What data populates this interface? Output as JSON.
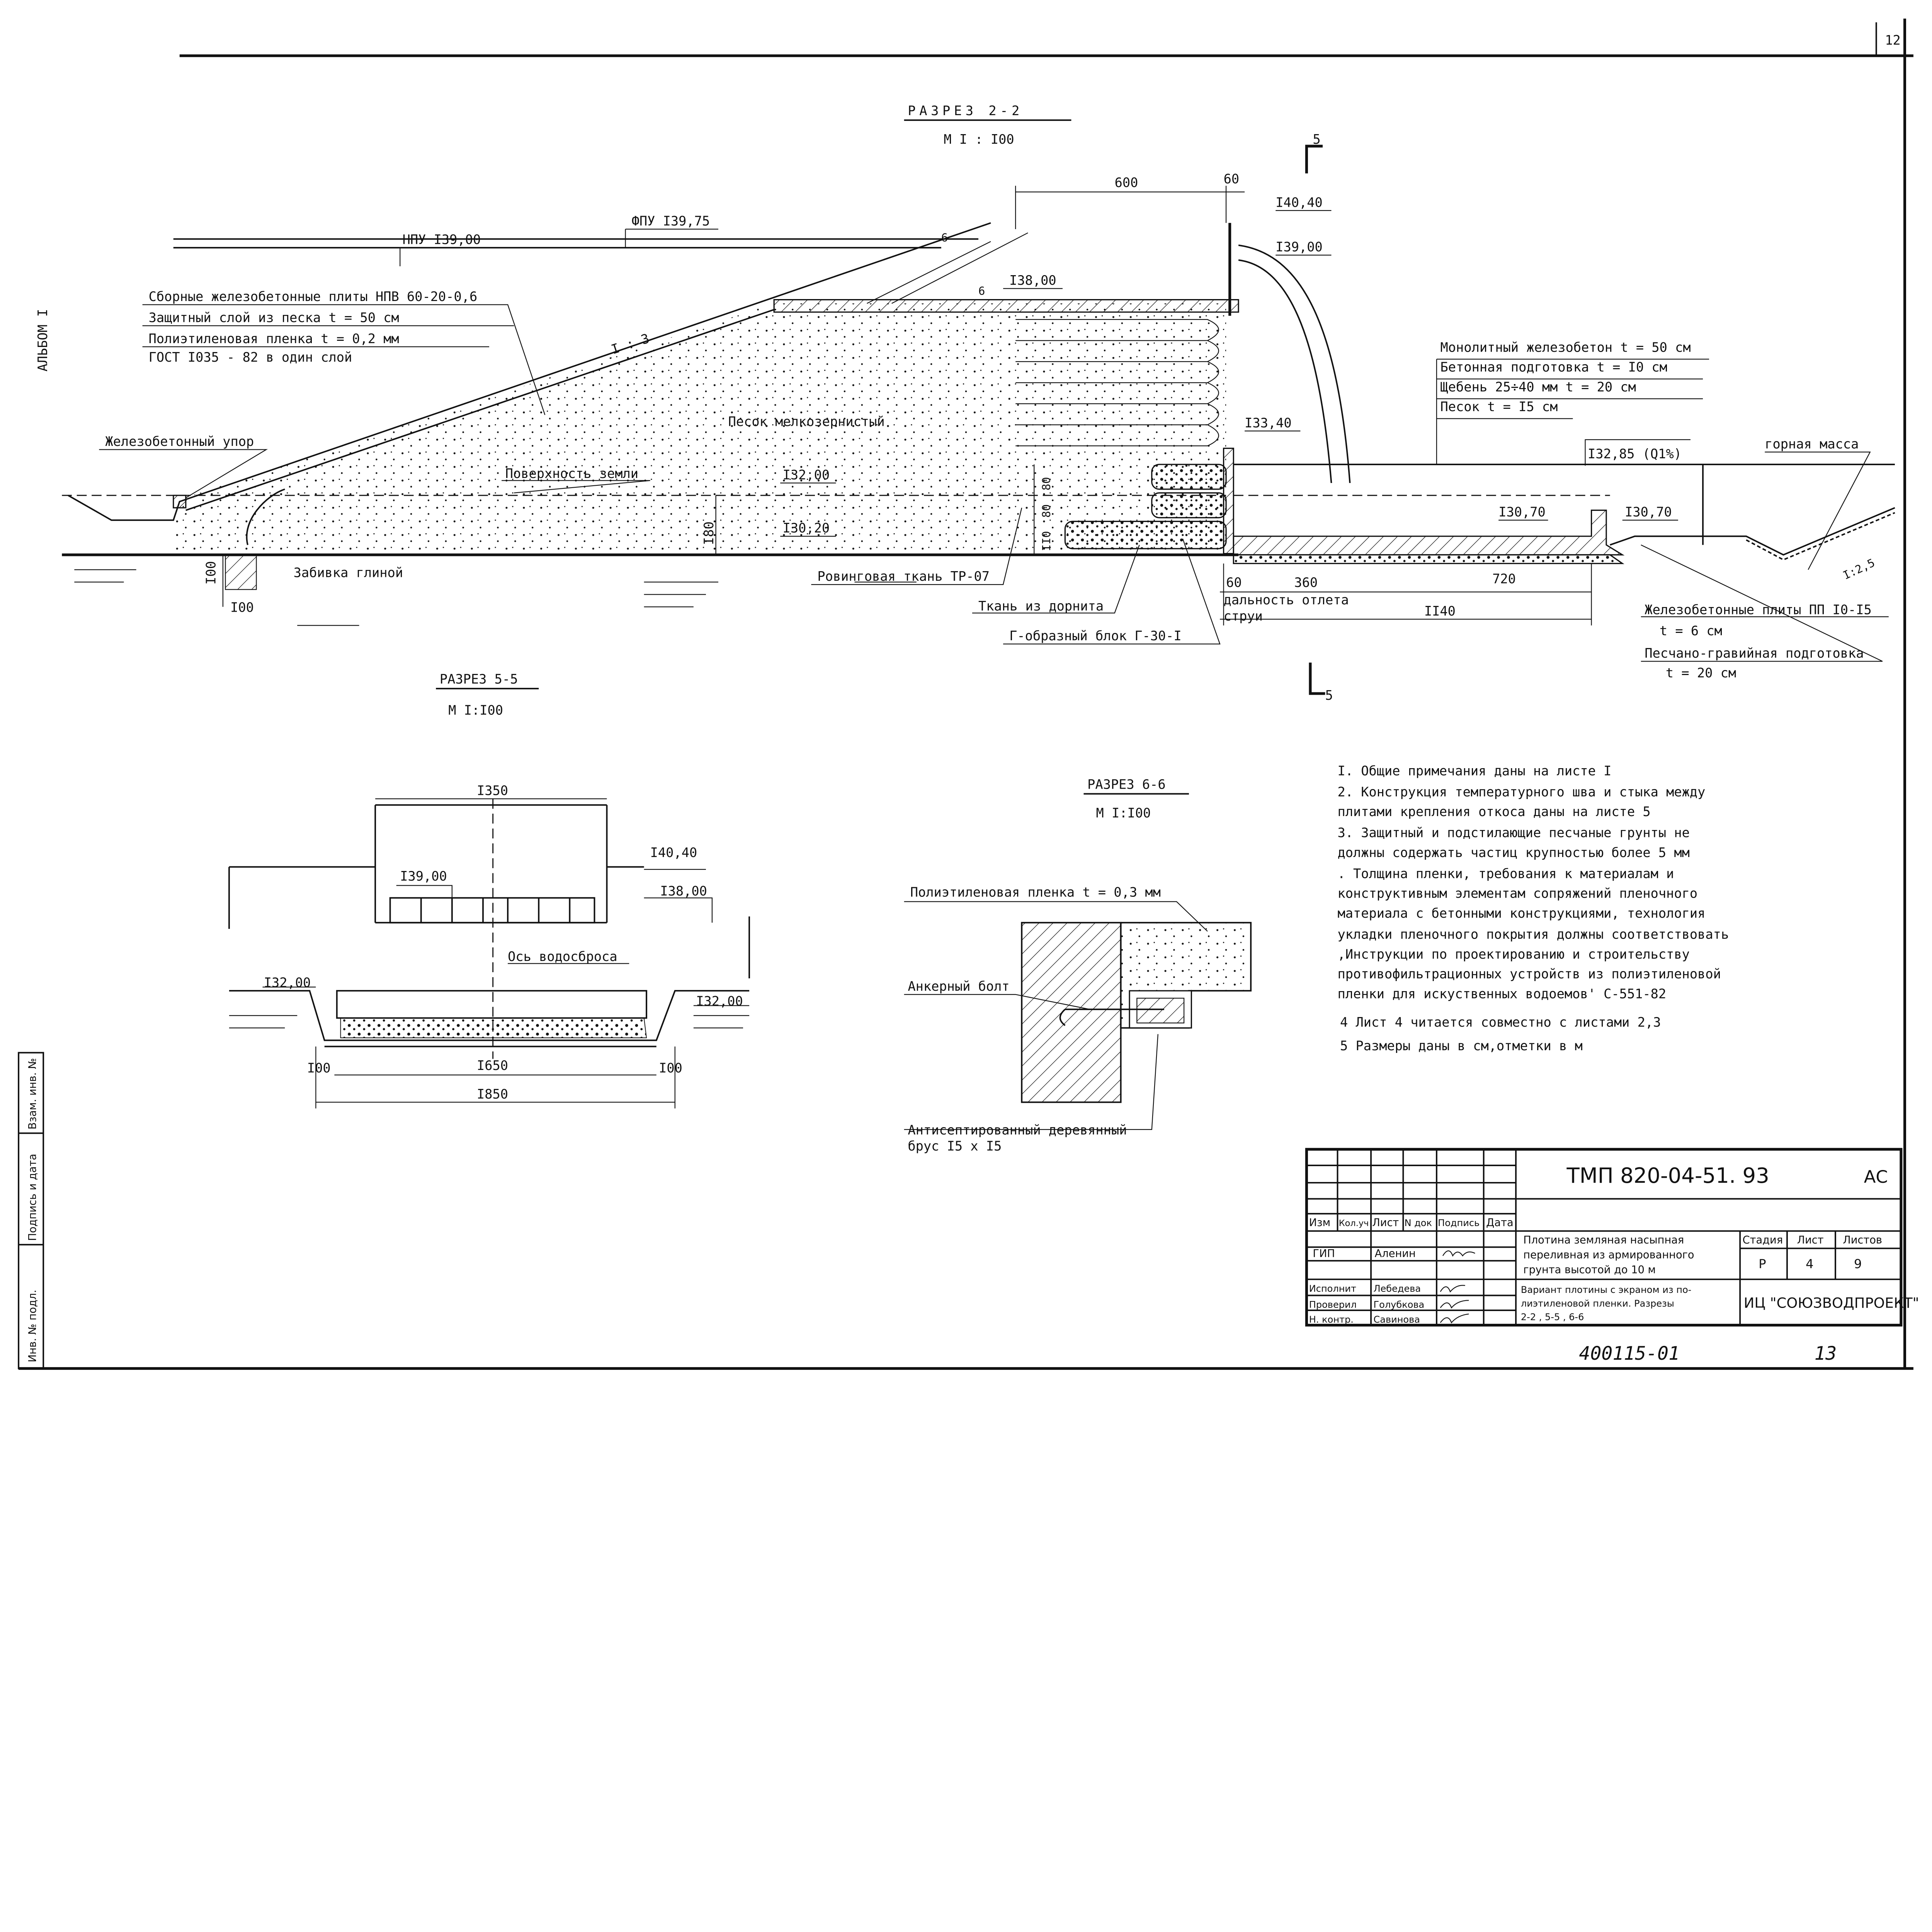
{
  "sheet": {
    "page_number": "12",
    "album": "АЛЬБОМ I",
    "archive_number": "400115-01",
    "archive_sheet": "13"
  },
  "side_stamp": {
    "inv_podl": "Инв. № подл.",
    "podpis": "Подпись и дата",
    "vzam": "Взам. инв. №"
  },
  "section_2_2": {
    "title": "РАЗРЕЗ 2-2",
    "scale": "М I : I00",
    "npu": "НПУ I39,00",
    "fpu": "ФПУ I39,75",
    "plates": "Сборные железобетонные плиты НПВ 60-20-0,6",
    "protect": "Защитный слой из песка  t = 50 см",
    "film": "Полиэтиленовая пленка  t = 0,2 мм",
    "gost": "ГОСТ I035 - 82  в один слой",
    "stop": "Железобетонный упор",
    "sand": "Песок мелкозернистый",
    "ground": "Поверхность земли",
    "el_132": "I32,00",
    "el_1302": "I30,20",
    "dim_180": "I80",
    "dim_100a": "I00",
    "dim_100b": "I00",
    "clay": "Забивка глиной",
    "slope": "I : 3",
    "dim_600": "600",
    "dim_60": "60",
    "el_1404": "I40,40",
    "el_139": "I39,00",
    "el_138": "I38,00",
    "dim_6a": "6",
    "dim_6b": "6",
    "cut_5": "5",
    "layer1": "Монолитный железобетон  t = 50 см",
    "layer2": "Бетонная подготовка   t = I0 см",
    "layer3": "Щебень    25÷40 мм   t = 20 см",
    "layer4": "Песок  t = I5 см",
    "el_1334": "I33,40",
    "el_13285": "I32,85 (Q1%)",
    "rock": "горная масса",
    "el_1307a": "I30,70",
    "el_1307b": "I30,70",
    "slope2": "I:2,5",
    "dim_80a": "80",
    "dim_80b": "80",
    "dim_110": "II0",
    "roving": "Ровинговая ткань ТР-07",
    "dornit": "Ткань из дорнита",
    "block": "Г-образный блок  Г-30-I",
    "dim_60b": "60",
    "dim_360": "360",
    "dim_720": "720",
    "throw1": "дальность отлета",
    "throw2": "струи",
    "dim_1140": "II40",
    "rb1": "Железобетонные плиты ПП I0-I5",
    "rb2": "t = 6 см",
    "rb3": "Песчано-гравийная подготовка",
    "rb4": "t = 20 см"
  },
  "section_5_5": {
    "title": "РАЗРЕЗ  5-5",
    "scale": "М I:I00",
    "dim_1350": "I350",
    "el_139": "I39,00",
    "el_1404": "I40,40",
    "el_138": "I38,00",
    "axis": "Ось водосброса",
    "el_132a": "I32,00",
    "el_132b": "I32,00",
    "dim_100a": "I00",
    "dim_1650": "I650",
    "dim_100b": "I00",
    "dim_1850": "I850"
  },
  "section_6_6": {
    "title": "РАЗРЕЗ  6-6",
    "scale": "М I:I00",
    "film": "Полиэтиленовая пленка  t = 0,3 мм",
    "bolt": "Анкерный болт",
    "timber1": "Антисептированный деревянный",
    "timber2": "брус I5 х I5"
  },
  "notes": [
    "I. Общие примечания даны на листе   I",
    "2. Конструкция температурного  шва и стыка между",
    "   плитами крепления откоса даны на листе 5",
    "3. Защитный и подстилающие песчаные грунты не",
    "   должны содержать частиц крупностью более 5 мм",
    ". Толщина пленки, требования к материалам и",
    "  конструктивным элементам сопряжений пленочного",
    "  материала с бетонными конструкциями, технология",
    "  укладки пленочного покрытия должны соответствовать",
    "  ,Инструкции по проектированию и строительству",
    "  противофильтрационных устройств из полиэтиленовой",
    "  пленки для искуственных водоемов' С-551-82",
    "4 Лист 4 читается совместно с листами 2,3",
    "5 Размеры даны в см,отметки в м"
  ],
  "title_block": {
    "code": "ТМП  820-04-51. 93",
    "mark": "АС",
    "headers": [
      "Изм",
      "Кол.уч",
      "Лист",
      "N док",
      "Подпись",
      "Дата"
    ],
    "roles": [
      {
        "role": "ГИП",
        "name": "Аленин"
      },
      {
        "role": "Исполнит",
        "name": "Лебедева"
      },
      {
        "role": "Проверил",
        "name": "Голубкова"
      },
      {
        "role": "Н. контр.",
        "name": "Савинова"
      }
    ],
    "object": [
      "Плотина земляная насыпная",
      "переливная из армированного",
      "грунта высотой до 10 м"
    ],
    "sheet_title": [
      "Вариант плотины с экраном из по-",
      "лиэтиленовой пленки. Разрезы",
      "2-2 , 5-5 , 6-6"
    ],
    "stage_label": "Стадия",
    "sheet_label": "Лист",
    "sheets_label": "Листов",
    "stage": "Р",
    "sheet": "4",
    "sheets": "9",
    "org": "ИЦ \"СОЮЗВОДПРОЕКТ\""
  }
}
